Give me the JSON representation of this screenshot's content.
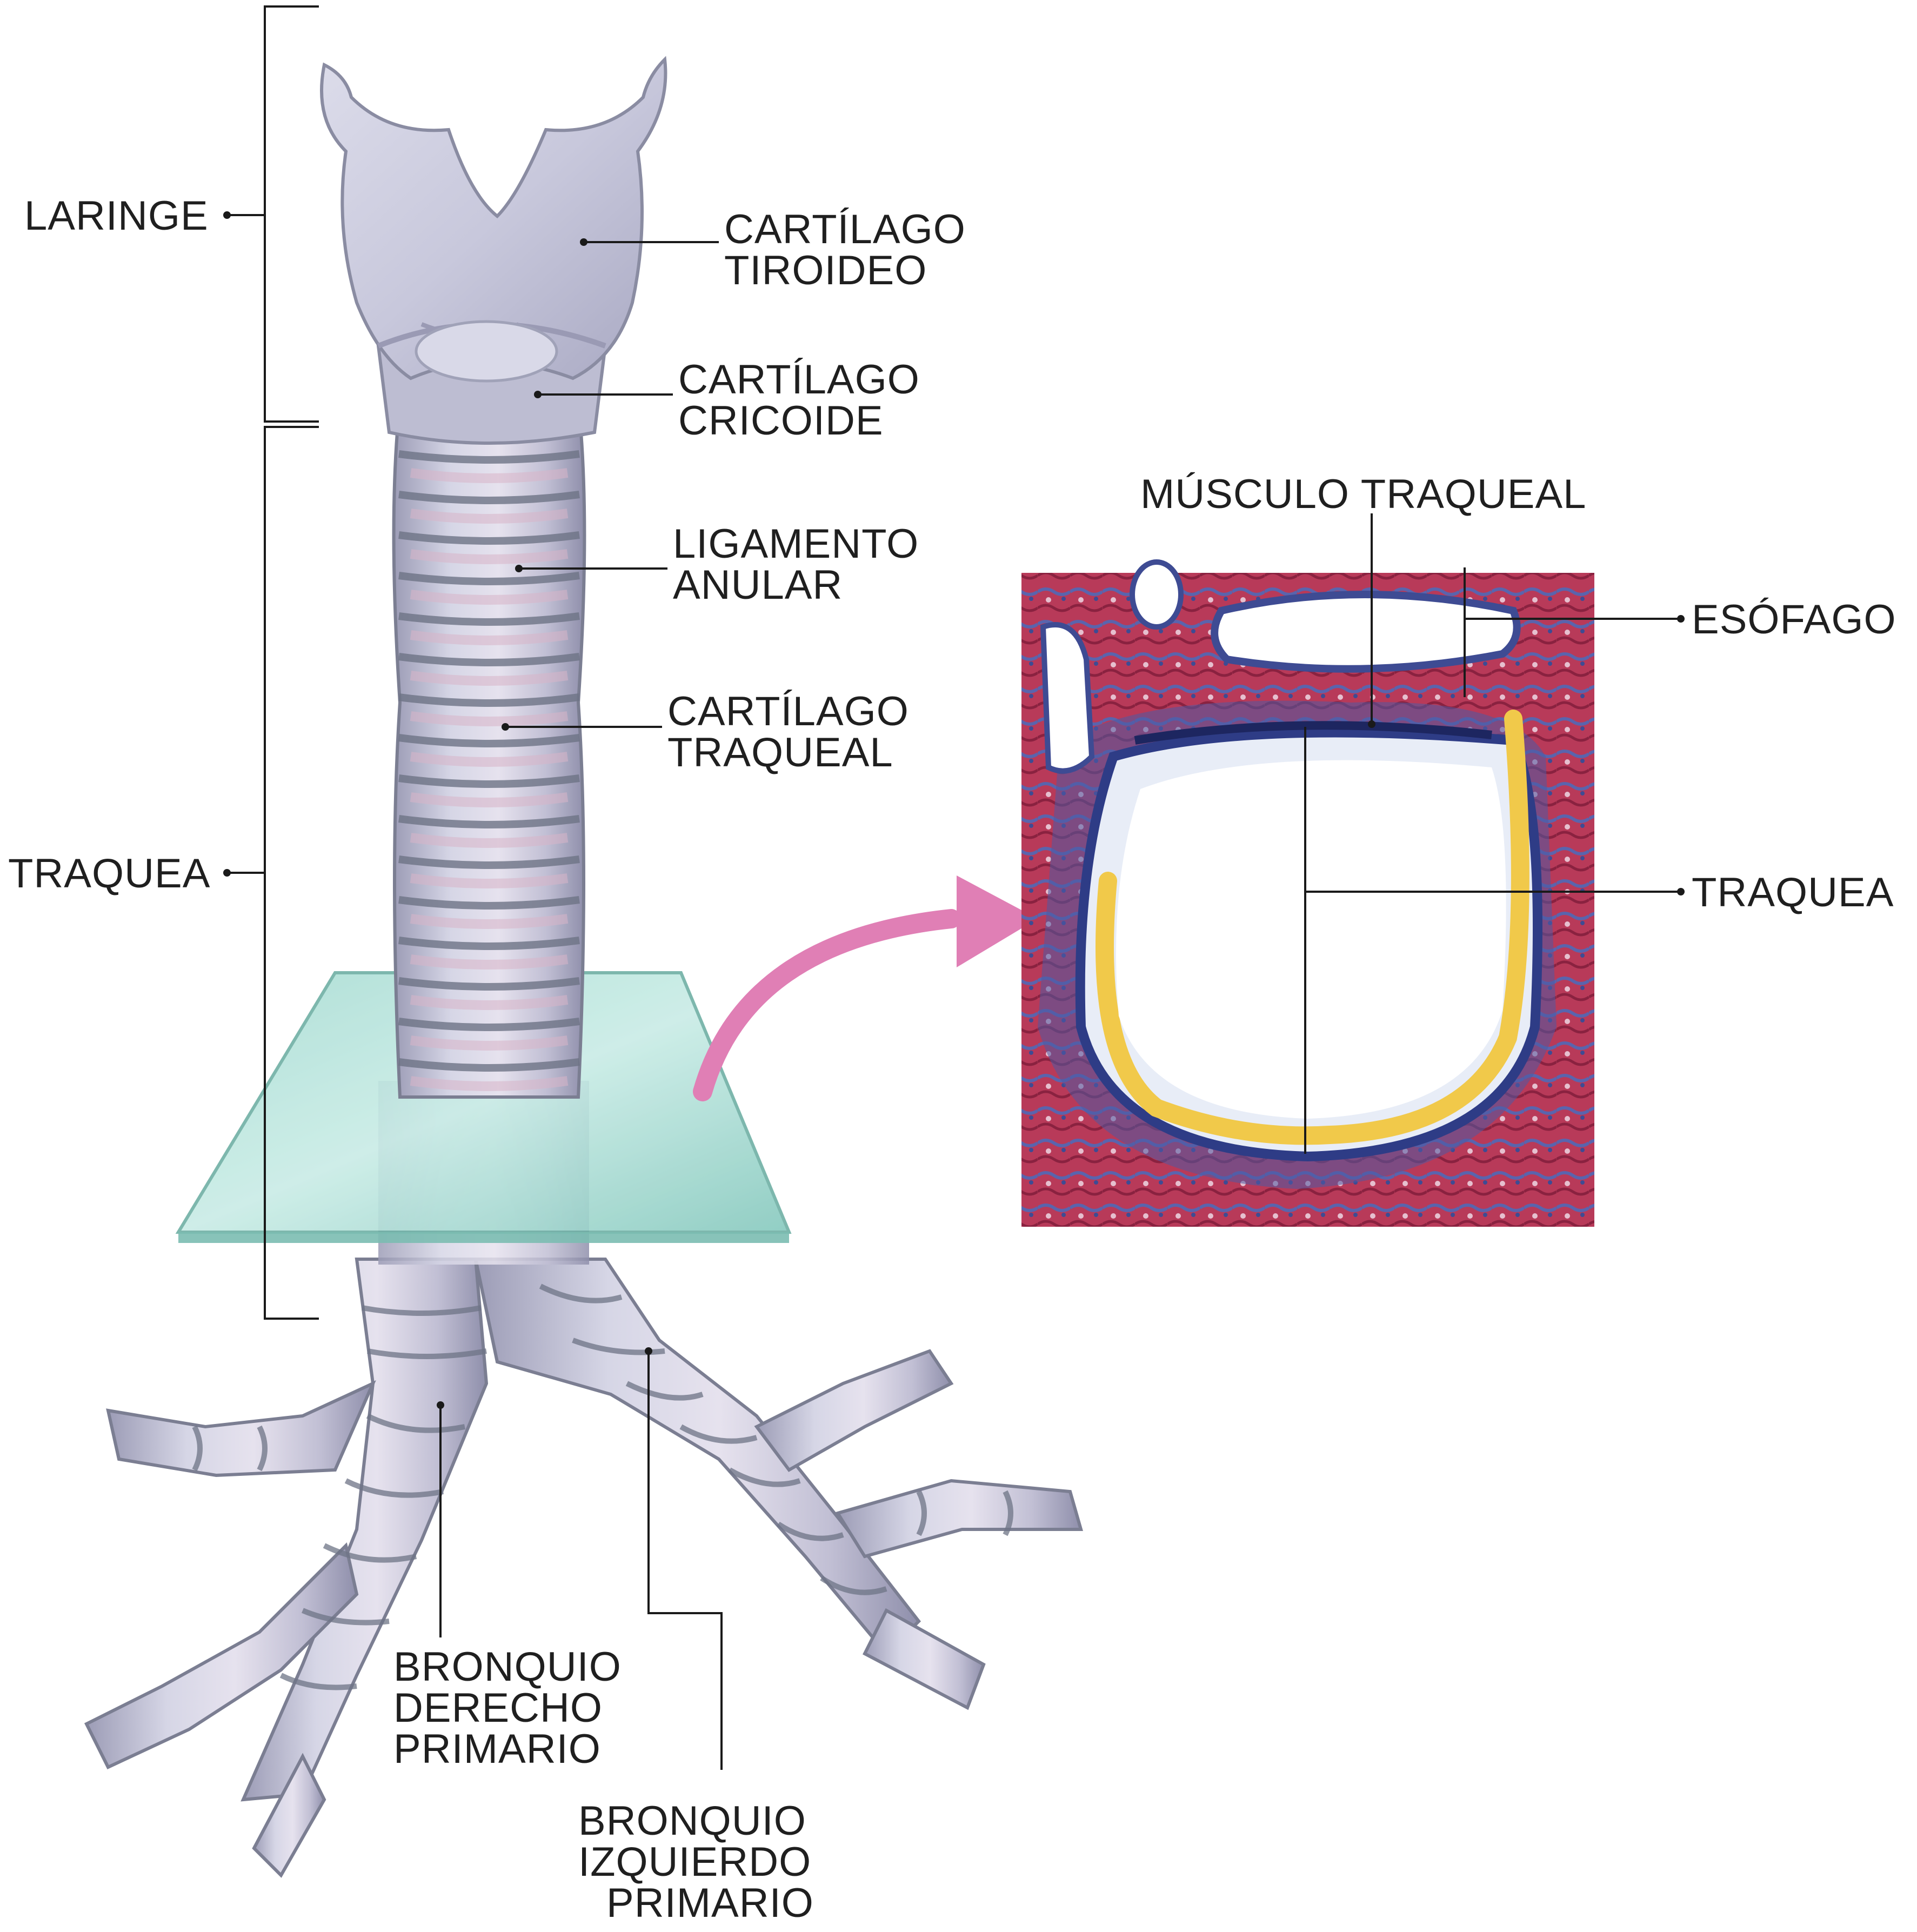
{
  "labels": {
    "laringe": "LARINGE",
    "traquea_left": "TRAQUEA",
    "cartilago_tiroideo": [
      "CARTÍLAGO",
      "TIROIDEO"
    ],
    "cartilago_cricoide": [
      "CARTÍLAGO",
      "CRICOIDE"
    ],
    "ligamento_anular": [
      "LIGAMENTO",
      "ANULAR"
    ],
    "cartilago_traqueal": [
      "CARTÍLAGO",
      "TRAQUEAL"
    ],
    "musculo_traqueal": "MÚSCULO TRAQUEAL",
    "esofago": "ESÓFAGO",
    "traquea_right": "TRAQUEA",
    "bronquio_derecho": [
      "BRONQUIO",
      "DERECHO",
      "PRIMARIO"
    ],
    "bronquio_izquierdo": [
      "BRONQUIO",
      "IZQUIERDO",
      "PRIMARIO"
    ]
  },
  "colors": {
    "cartilage": "#c9c9dc",
    "cartilage_shade": "#9a9ab4",
    "ring_groove": "#6e7486",
    "ring_pink": "#d8b5c9",
    "section_plane": "#8fd1c7",
    "arrow": "#e07fb5",
    "tissue_red": "#b32d4e",
    "tissue_blue": "#4a5ea8",
    "cartilage_yellow": "#f1c94a",
    "lumen": "#ffffff"
  }
}
